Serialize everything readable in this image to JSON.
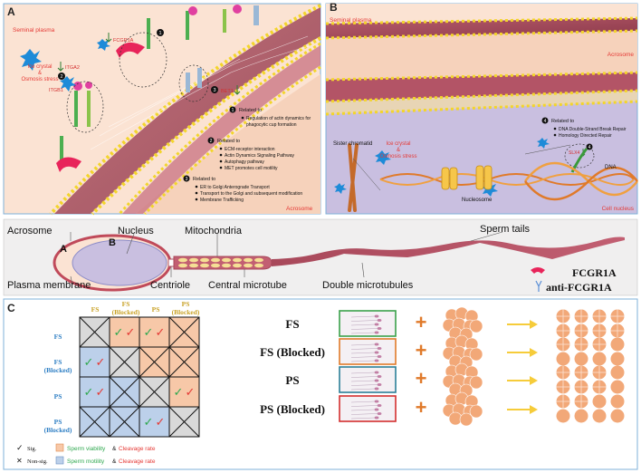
{
  "panel_a": {
    "letter": "A",
    "seminal_plasma": "Seminal plasma",
    "stress": [
      "Ice crystal",
      "&",
      "Osmosis stress"
    ],
    "acrosome": "Acrosome",
    "genes": {
      "fcgr1a": "FCGR1A",
      "itga2": "ITGA2",
      "itgb1": "ITGB1",
      "bet1": "BET1"
    },
    "markers": {
      "m1": "1",
      "m2": "2",
      "m3": "3"
    },
    "notes": [
      {
        "num": "1",
        "title": "Related to",
        "items": [
          "Regulation of actin dynamics for",
          "phagocytic cup formation"
        ]
      },
      {
        "num": "2",
        "title": "Related to",
        "items": [
          "ECM-receptor interaction",
          "Actin Dynamics Signaling Pathway",
          "Autophagy pathway",
          "MET promotes cell motility"
        ]
      },
      {
        "num": "3",
        "title": "Related to",
        "items": [
          "ER to Golgi Anterograde Transport",
          "Transport to the Golgi and subsequent modification",
          "Membrane Trafficking"
        ]
      }
    ]
  },
  "panel_b": {
    "letter": "B",
    "seminal_plasma": "Seminal plasma",
    "acrosome": "Acrosome",
    "note": {
      "num": "4",
      "title": "Related to",
      "items": [
        "DNA Double-Strand Break Repair",
        "Homology Directed Repair"
      ]
    },
    "gene": "SLX4",
    "gene_marker": "4",
    "sister": "Sister chromatid",
    "stress": [
      "Ice crystal",
      "&",
      "Osmosis stress"
    ],
    "nucleosome": "Nucleosome",
    "dna": "DNA",
    "cell_nucleus": "Cell nucleus"
  },
  "sperm": {
    "acrosome": "Acrosome",
    "a": "A",
    "b": "B",
    "nucleus": "Nucleus",
    "mitochondria": "Mitochondria",
    "tails": "Sperm tails",
    "plasma_membrane": "Plasma membrane",
    "centriole": "Centriole",
    "central_microtube": "Central microtube",
    "double_microtubules": "Double microtubules",
    "legend_fcgr1a": "FCGR1A",
    "legend_anti": "anti-FCGR1A"
  },
  "panel_c": {
    "letter": "C",
    "col_headers": [
      "FS",
      "FS (Blocked)",
      "PS",
      "PS (Blocked)"
    ],
    "row_headers": [
      "FS",
      "FS (Blocked)",
      "PS",
      "PS (Blocked)"
    ],
    "legend_sig": "Sig.",
    "legend_nonsig": "Non-sig.",
    "legend_viability_a": "Sperm viability",
    "legend_motility_a": "Sperm motility",
    "legend_amp": "&",
    "legend_cleavage": "Cleavage rate",
    "right_labels": [
      "FS",
      "FS (Blocked)",
      "PS",
      "PS (Blocked)"
    ],
    "colors": {
      "orange": "#f7c8a8",
      "blue": "#bcd0ea",
      "gray": "#d9d9d9",
      "green": "#2fa84f",
      "red": "#e53935",
      "title": "#c9a227",
      "rowtitle": "#2e7fc4"
    }
  }
}
